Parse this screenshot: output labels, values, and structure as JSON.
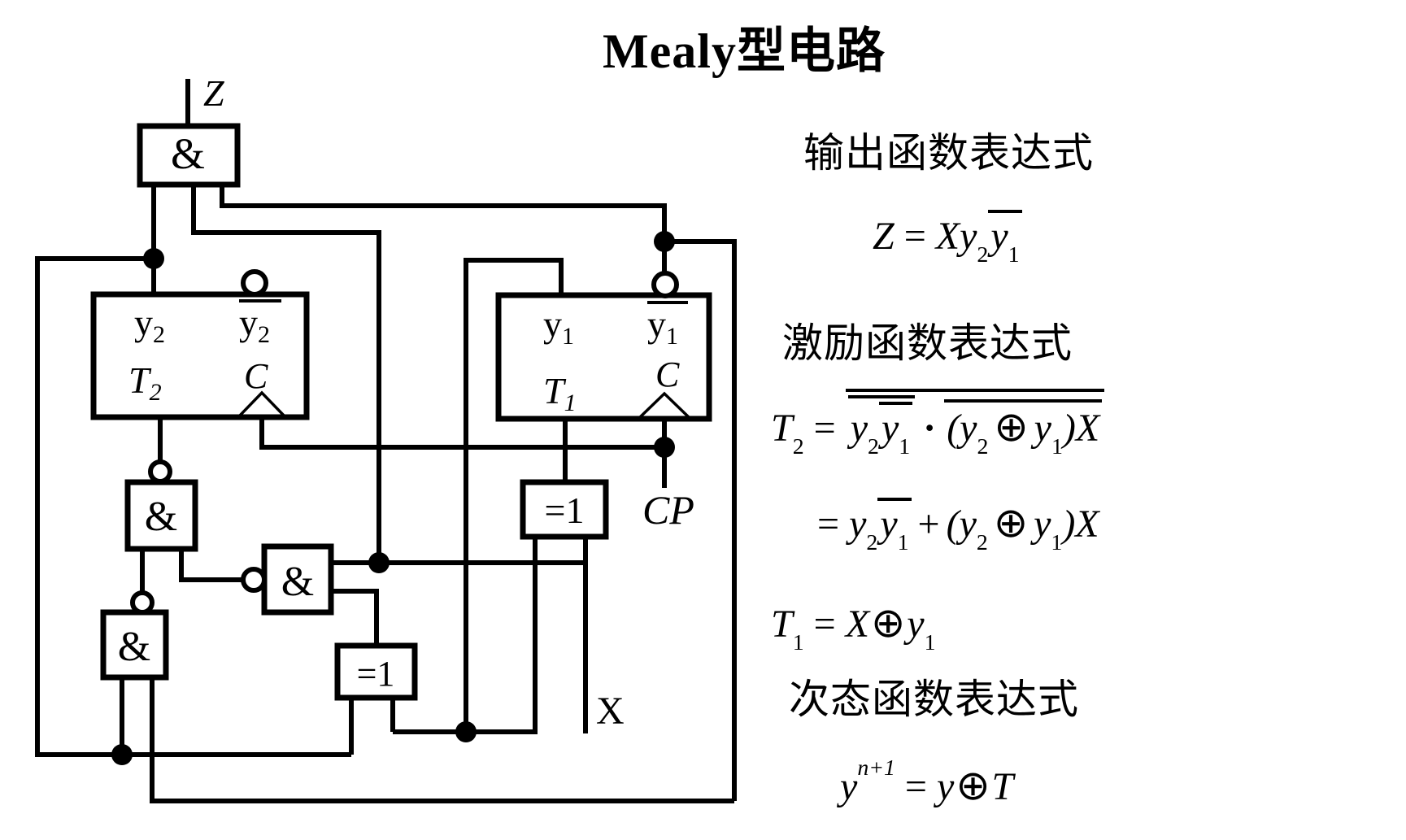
{
  "title": "Mealy型电路",
  "headings": {
    "output": "输出函数表达式",
    "excitation": "激励函数表达式",
    "next_state": "次态函数表达式"
  },
  "labels": {
    "and_gate": "&",
    "xor_gate": "=1",
    "z": "Z",
    "x": "X",
    "cp": "CP",
    "c": "C",
    "y": "y",
    "t": "T",
    "sub1": "1",
    "sub2": "2"
  },
  "formula": {
    "eq": "=",
    "plus": "+",
    "oplus": "⊕",
    "cdot": "·",
    "lparen": "(",
    "rparen": ")",
    "sup_n1": "n+1"
  },
  "colors": {
    "ink": "#000000",
    "background": "#ffffff"
  }
}
